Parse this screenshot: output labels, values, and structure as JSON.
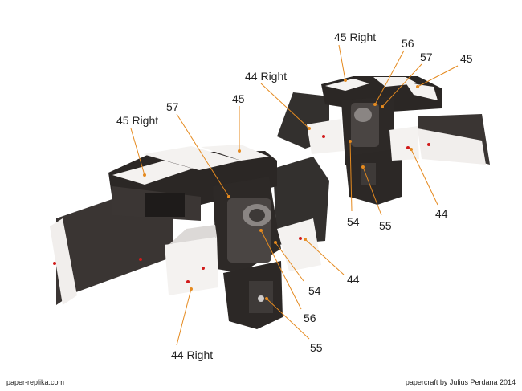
{
  "labels": {
    "l_45_right_top": "45 Right",
    "l_56_top": "56",
    "l_57_top": "57",
    "l_45_top": "45",
    "l_44_right_top": "44 Right",
    "l_54_top": "54",
    "l_55_top": "55",
    "l_44_top": "44",
    "l_45_right_left": "45 Right",
    "l_57_left": "57",
    "l_45_left": "45",
    "l_54_left": "54",
    "l_44_left": "44",
    "l_56_left": "56",
    "l_55_left": "55",
    "l_44_right_left": "44 Right"
  },
  "footer": {
    "site": "paper-replika.com",
    "credit": "papercraft by Julius Perdana 2014"
  },
  "colors": {
    "leader": "#e58a1f",
    "body_dark": "#2a2624",
    "panel_white": "#f4f2f0",
    "mark_red": "#d11a1a"
  }
}
